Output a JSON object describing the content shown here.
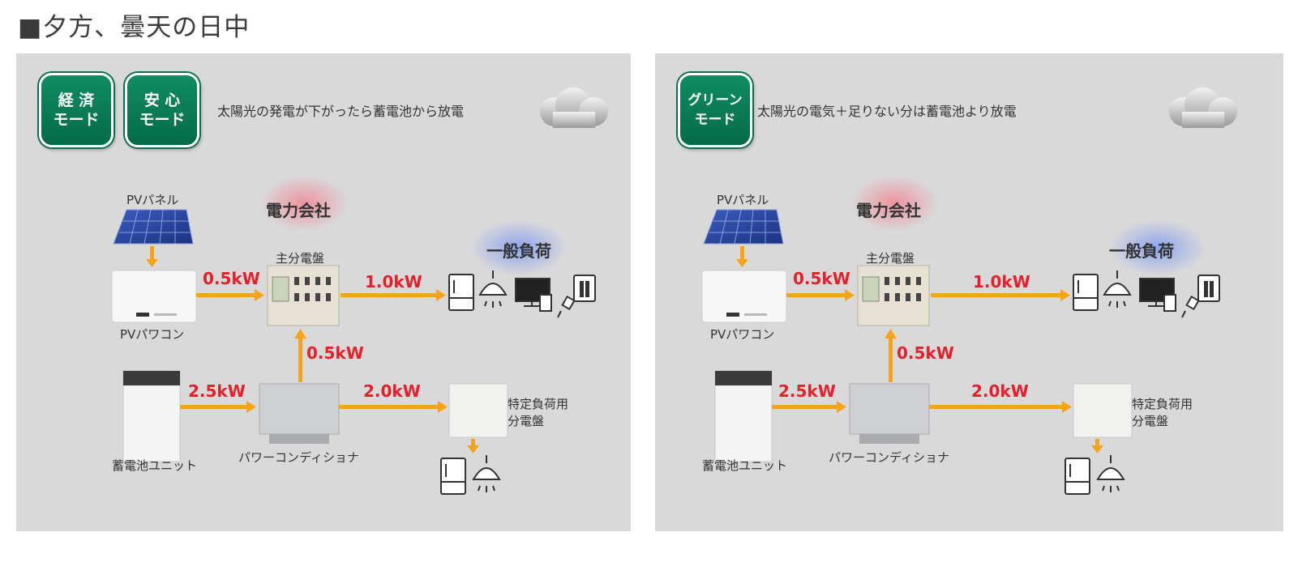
{
  "title": "■夕方、曇天の日中",
  "panels": [
    {
      "badges": [
        {
          "line1": "経 済",
          "line2": "モード"
        },
        {
          "line1": "安 心",
          "line2": "モード"
        }
      ],
      "description": "太陽光の発電が下がったら蓄電池から放電",
      "labels": {
        "pv_panel": "PVパネル",
        "pv_inverter": "PVパワコン",
        "power_company": "電力会社",
        "main_board": "主分電盤",
        "general_load": "一般負荷",
        "battery": "蓄電池ユニット",
        "power_conditioner": "パワーコンディショナ",
        "specific_board_1": "特定負荷用",
        "specific_board_2": "分電盤"
      },
      "flows": {
        "pv_to_main": "0.5kW",
        "main_to_load": "1.0kW",
        "pcs_to_main": "0.5kW",
        "battery_to_pcs": "2.5kW",
        "pcs_to_specific": "2.0kW"
      }
    },
    {
      "badges": [
        {
          "line1": "グリーン",
          "line2": "モード"
        }
      ],
      "description": "太陽光の電気＋足りない分は蓄電池より放電",
      "labels": {
        "pv_panel": "PVパネル",
        "pv_inverter": "PVパワコン",
        "power_company": "電力会社",
        "main_board": "主分電盤",
        "general_load": "一般負荷",
        "battery": "蓄電池ユニット",
        "power_conditioner": "パワーコンディショナ",
        "specific_board_1": "特定負荷用",
        "specific_board_2": "分電盤"
      },
      "flows": {
        "pv_to_main": "0.5kW",
        "main_to_load": "1.0kW",
        "pcs_to_main": "0.5kW",
        "battery_to_pcs": "2.5kW",
        "pcs_to_specific": "2.0kW"
      }
    }
  ],
  "colors": {
    "flow_arrow": "#f5a31a",
    "kw_text": "#e4202a",
    "badge_green": "#0b7a55",
    "panel_bg": "#d9d9da"
  },
  "icons": [
    "cloud-icon",
    "solar-panel-icon",
    "refrigerator-icon",
    "ceiling-lamp-icon",
    "monitor-icon",
    "outlet-icon",
    "plug-icon"
  ]
}
